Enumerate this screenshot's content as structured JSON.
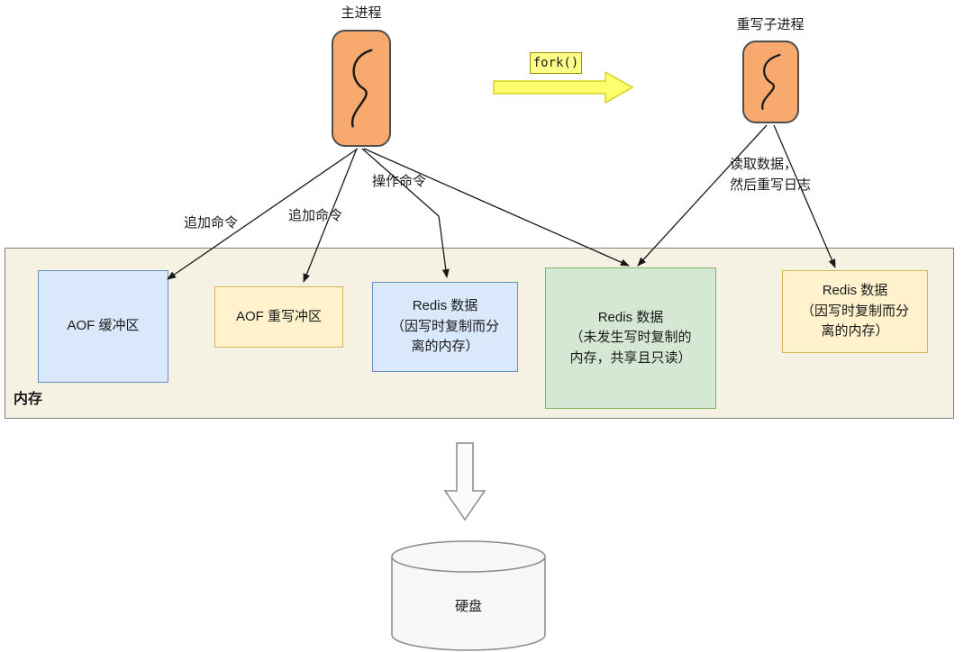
{
  "processes": {
    "main": {
      "label": "主进程"
    },
    "child": {
      "label": "重写子进程"
    }
  },
  "fork": {
    "label": "fork()"
  },
  "edges": {
    "append1": "追加命令",
    "append2": "追加命令",
    "operate": "操作命令",
    "read_rewrite": "读取数据，\n然后重写日志"
  },
  "memory": {
    "label": "内存",
    "boxes": [
      {
        "id": "aof-buffer",
        "label": "AOF 缓冲区",
        "color": "blue"
      },
      {
        "id": "aof-rewrite-buffer",
        "label": "AOF 重写冲区",
        "color": "yellow"
      },
      {
        "id": "redis-data-cow-left",
        "label": "Redis 数据\n（因写时复制而分\n离的内存）",
        "color": "blue"
      },
      {
        "id": "redis-data-shared",
        "label": "Redis 数据\n（未发生写时复制的\n内存，共享且只读）",
        "color": "green"
      },
      {
        "id": "redis-data-cow-right",
        "label": "Redis 数据\n（因写时复制而分\n离的内存）",
        "color": "yellow"
      }
    ]
  },
  "disk": {
    "label": "硬盘"
  },
  "colors": {
    "process_fill": "#f8a96d",
    "blue_fill": "#dae8fc",
    "blue_border": "#6c8ebf",
    "yellow_fill": "#fff2cc",
    "yellow_border": "#d6b656",
    "green_fill": "#d5e8d4",
    "green_border": "#82b366",
    "memory_fill": "#f5f2e3",
    "fork_fill": "#ffff88",
    "fork_arrow_fill": "#ffff6e"
  }
}
